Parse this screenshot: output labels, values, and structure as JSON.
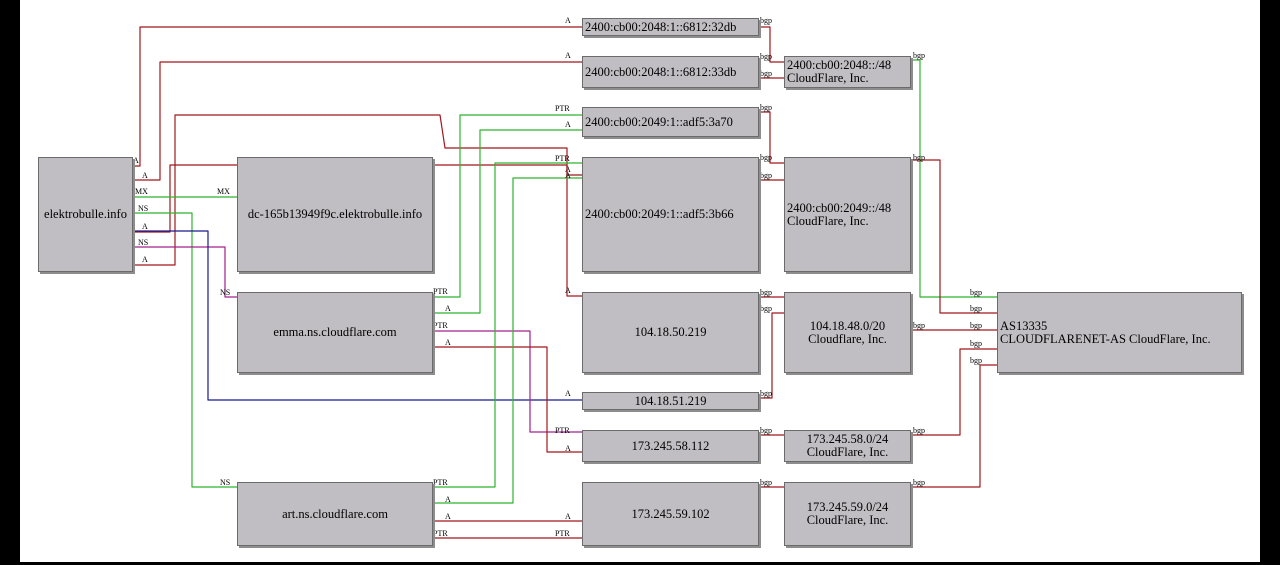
{
  "nodes": {
    "elektrobulle": "elektrobulle.info",
    "dc": "dc-165b13949f9c.elektrobulle.info",
    "emma": "emma.ns.cloudflare.com",
    "art": "art.ns.cloudflare.com",
    "ip6_32db": "2400:cb00:2048:1::6812:32db",
    "ip6_33db": "2400:cb00:2048:1::6812:33db",
    "ip6_3a70": "2400:cb00:2049:1::adf5:3a70",
    "ip6_3b66": "2400:cb00:2049:1::adf5:3b66",
    "ip_50": "104.18.50.219",
    "ip_51": "104.18.51.219",
    "ip_58": "173.245.58.112",
    "ip_59": "173.245.59.102",
    "net_2048": {
      "line1": "2400:cb00:2048::/48",
      "line2": "CloudFlare, Inc."
    },
    "net_2049": {
      "line1": "2400:cb00:2049::/48",
      "line2": "CloudFlare, Inc."
    },
    "net_104": {
      "line1": "104.18.48.0/20",
      "line2": "Cloudflare, Inc."
    },
    "net_58": {
      "line1": "173.245.58.0/24",
      "line2": "CloudFlare, Inc."
    },
    "net_59": {
      "line1": "173.245.59.0/24",
      "line2": "CloudFlare, Inc."
    },
    "as": {
      "line1": "AS13335",
      "line2": "CLOUDFLARENET-AS CloudFlare, Inc."
    }
  },
  "edge_labels": {
    "a": "A",
    "mx": "MX",
    "ns": "NS",
    "ptr": "PTR",
    "bgp": "bgp"
  },
  "colors": {
    "a_record": "#a0181c",
    "mx_record": "#2db52d",
    "ns_record": "#2db52d",
    "ns_record_2": "#1a1a8c",
    "ns_record_3": "#a0208c",
    "ptr_record": "#a0181c",
    "bgp": "#a0181c",
    "bgp_v6": "#2db52d"
  }
}
